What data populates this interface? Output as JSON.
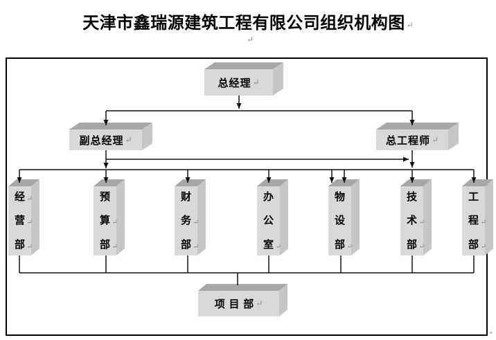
{
  "title": {
    "text": "天津市鑫瑞源建筑工程有限公司组织机构图",
    "pilcrow": "↵"
  },
  "nodes": {
    "general_manager": {
      "label": "总经理",
      "pilcrow": "↵"
    },
    "deputy_general_manager": {
      "label": "副总经理",
      "pilcrow": "↵"
    },
    "chief_engineer": {
      "label": "总工程师",
      "pilcrow": "↵"
    },
    "project_dept": {
      "label": "项 目 部",
      "pilcrow": "↵"
    }
  },
  "departments": [
    {
      "name": "经营部",
      "chars": [
        "经",
        "营",
        "部"
      ],
      "marks": [
        "↵",
        "↵",
        "↵"
      ]
    },
    {
      "name": "预算部",
      "chars": [
        "预",
        "算",
        "部"
      ],
      "marks": [
        "",
        "↵",
        "↵"
      ]
    },
    {
      "name": "财务部",
      "chars": [
        "财",
        "务",
        "部"
      ],
      "marks": [
        "",
        "↵",
        "↵"
      ]
    },
    {
      "name": "办公室",
      "chars": [
        "办",
        "公",
        "室"
      ],
      "marks": [
        "",
        "",
        "↵"
      ]
    },
    {
      "name": "物设部",
      "chars": [
        "物",
        "设",
        "部"
      ],
      "marks": [
        "",
        "",
        "↵"
      ]
    },
    {
      "name": "技术部",
      "chars": [
        "技",
        "术",
        "部"
      ],
      "marks": [
        "",
        "↵",
        "↵"
      ]
    },
    {
      "name": "工程部",
      "chars": [
        "工",
        "程",
        "部"
      ],
      "marks": [
        "",
        "↵",
        "↵"
      ]
    }
  ],
  "hierarchy": {
    "top": "总经理",
    "level2": [
      "副总经理",
      "总工程师"
    ],
    "level2_link": "副总经理 → 总工程师",
    "level3": [
      "经营部",
      "预算部",
      "财务部",
      "办公室",
      "物设部",
      "技术部",
      "工程部"
    ],
    "bottom": "项目部"
  },
  "colors": {
    "box_front": "#d9d9d9",
    "box_top": "#a7a7a7",
    "box_side": "#c6c6c6",
    "line": "#111111",
    "pilcrow": "#8c8c8c",
    "background": "#ffffff"
  },
  "artifacts": {
    "stray_pilcrow": "↵",
    "corner_mark": "+"
  }
}
